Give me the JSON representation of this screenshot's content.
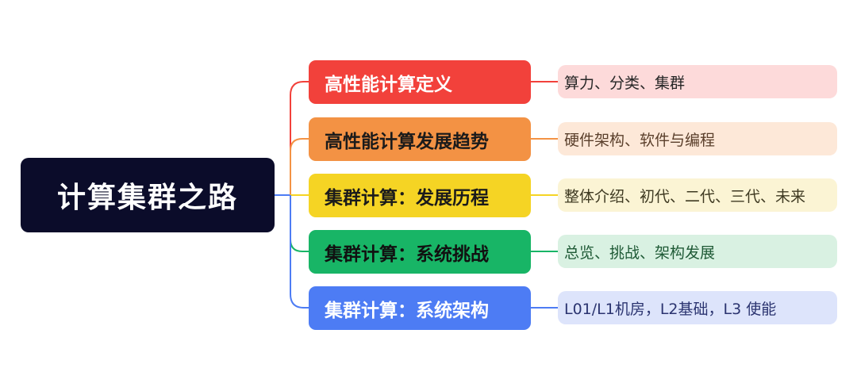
{
  "root": {
    "label": "计算集群之路"
  },
  "branches": [
    {
      "label": "高性能计算定义",
      "detail": "算力、分类、集群",
      "color": "#f2413b"
    },
    {
      "label": "高性能计算发展趋势",
      "detail": "硬件架构、软件与编程",
      "color": "#f39244"
    },
    {
      "label": "集群计算：发展历程",
      "detail": "整体介绍、初代、二代、三代、未来",
      "color": "#f5d424"
    },
    {
      "label": "集群计算：系统挑战",
      "detail": "总览、挑战、架构发展",
      "color": "#18b566"
    },
    {
      "label": "集群计算：系统架构",
      "detail": "L01/L1机房，L2基础，L3 使能",
      "color": "#4d7cf4"
    }
  ]
}
